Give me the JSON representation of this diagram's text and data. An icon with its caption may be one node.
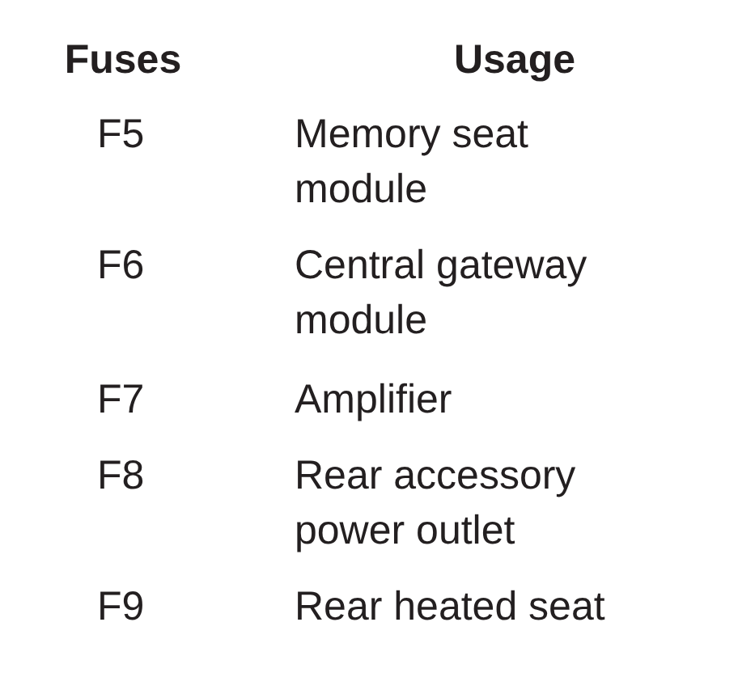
{
  "diagram": {
    "labels": [
      "Fuses",
      "Usage",
      "F5",
      "Memory seat module",
      "F6",
      "Central gateway module",
      "F7",
      "Amplifier",
      "F8",
      "Rear accessory power outlet",
      "F9",
      "Rear heated seat"
    ]
  }
}
